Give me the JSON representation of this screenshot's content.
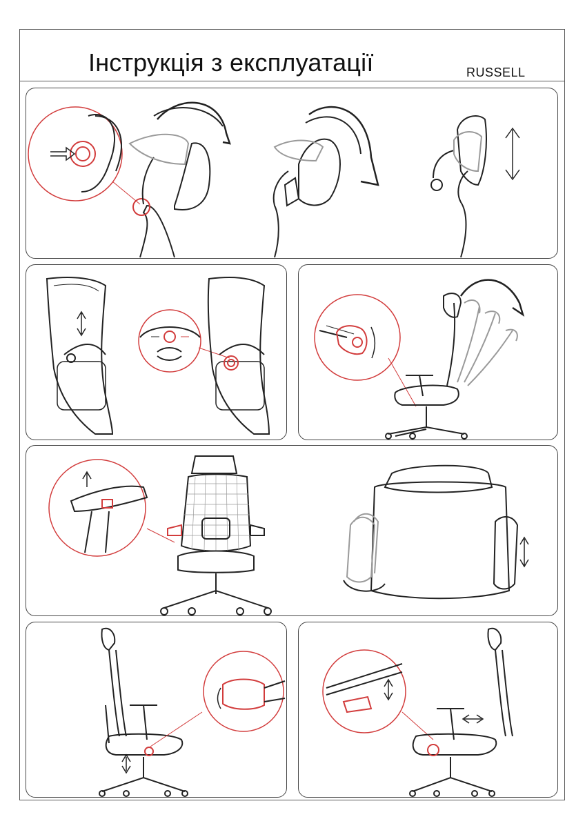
{
  "header": {
    "title": "Інструкція з експлуатації",
    "brand": "RUSSELL"
  },
  "colors": {
    "line": "#222222",
    "accent": "#d23c3c",
    "ghost": "#9a9a9a"
  },
  "panels": [
    {
      "name": "headrest-adjustment-panel",
      "icon": "headrest-diagram"
    },
    {
      "name": "lumbar-support-panel",
      "icon": "backrest-diagram"
    },
    {
      "name": "backrest-tilt-panel",
      "icon": "tilt-diagram"
    },
    {
      "name": "armrest-adjustment-panel",
      "icon": "armrest-diagram"
    },
    {
      "name": "seat-height-panel",
      "icon": "gas-lift-diagram"
    },
    {
      "name": "seat-depth-panel",
      "icon": "seat-slide-diagram"
    }
  ]
}
